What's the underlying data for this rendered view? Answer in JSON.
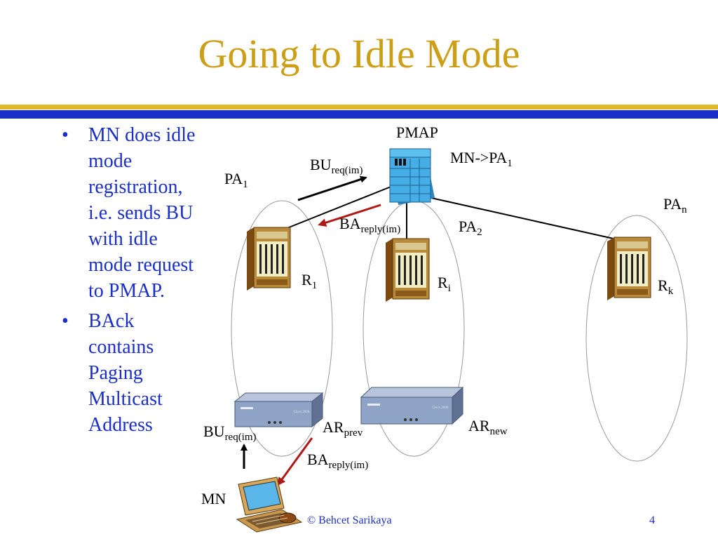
{
  "title": "Going to Idle Mode",
  "bullets": [
    {
      "lines": [
        "MN does idle",
        "mode",
        "registration,",
        "i.e. sends BU",
        "with idle",
        "mode request",
        "to PMAP."
      ]
    },
    {
      "lines": [
        "BAck",
        "contains",
        "Paging",
        "Multicast",
        "Address"
      ]
    }
  ],
  "labels": {
    "pmap": "PMAP",
    "mn_pa": {
      "base": "MN->PA",
      "sub": "1"
    },
    "bu_top": {
      "base": "BU",
      "sub": "req(im)"
    },
    "pa1": {
      "base": "PA",
      "sub": "1"
    },
    "ba_top": {
      "base": "BA",
      "sub": "reply(im)"
    },
    "pa2": {
      "base": "PA",
      "sub": "2"
    },
    "pan": {
      "base": "PA",
      "sub": "n"
    },
    "r1": {
      "base": "R",
      "sub": "1"
    },
    "ri": {
      "base": "R",
      "sub": "i"
    },
    "rk": {
      "base": "R",
      "sub": "k"
    },
    "bu_bottom": {
      "base": "BU",
      "sub": "req(im)"
    },
    "ar_prev": {
      "base": "AR",
      "sub": "prev"
    },
    "ar_new": {
      "base": "AR",
      "sub": "new"
    },
    "ba_bottom": {
      "base": "BA",
      "sub": "reply(im)"
    },
    "mn": "MN"
  },
  "device_text": {
    "router_brand": "Cisco 2000"
  },
  "footer": {
    "author": "© Behcet Sarikaya",
    "page": "4"
  },
  "colors": {
    "title": "#cc9f17",
    "body_text": "#1a2fc9",
    "arrow_red": "#b01818",
    "pmap_body": "#45aee6",
    "router_body": "#8ea3c6"
  }
}
